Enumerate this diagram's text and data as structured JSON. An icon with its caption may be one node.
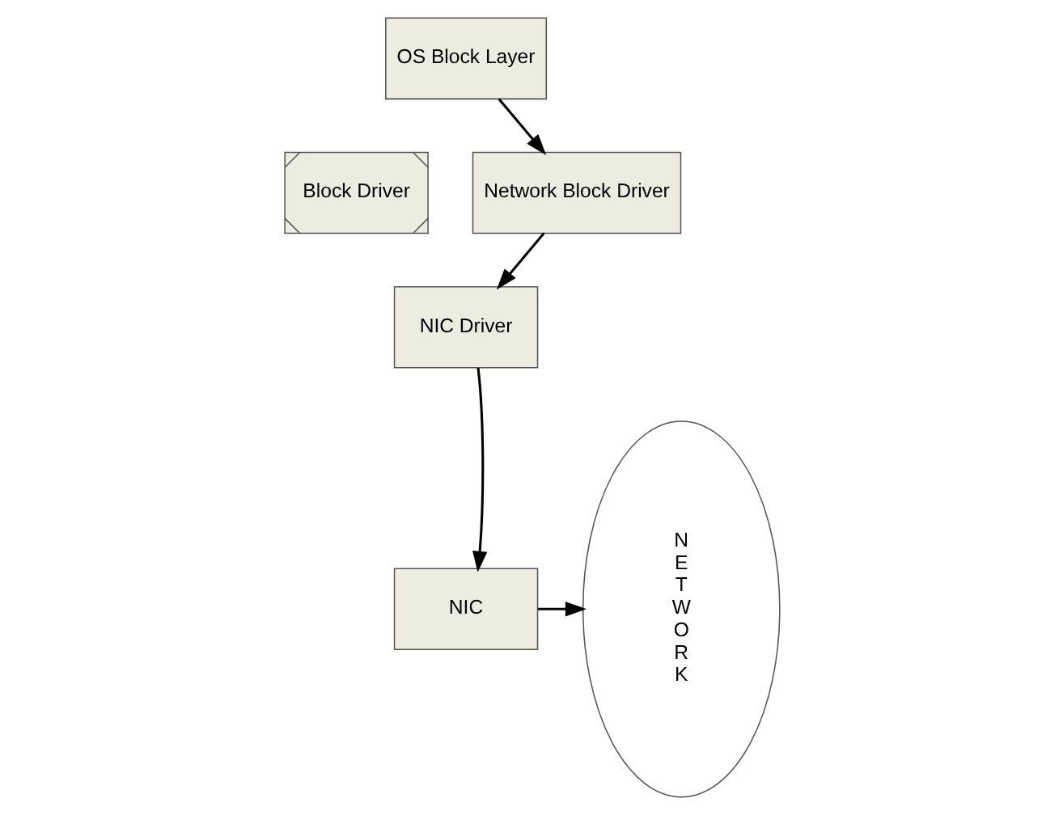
{
  "diagram": {
    "nodes": [
      {
        "text": [
          "OS Block Layer"
        ]
      },
      {
        "text": [
          "Block Driver"
        ]
      },
      {
        "text": [
          "Network Block Driver"
        ]
      },
      {
        "text": [
          "NIC Driver"
        ]
      },
      {
        "text": [
          "NIC"
        ]
      },
      {
        "text": [
          "N E T W O R K"
        ]
      }
    ],
    "edges": [
      {
        "from": 0,
        "to": 2,
        "arrow": "to"
      },
      {
        "from": 2,
        "to": 3,
        "arrow": "to"
      },
      {
        "from": 3,
        "to": 4,
        "arrow": "to"
      },
      {
        "from": 4,
        "to": 5,
        "arrow": "to"
      }
    ]
  }
}
